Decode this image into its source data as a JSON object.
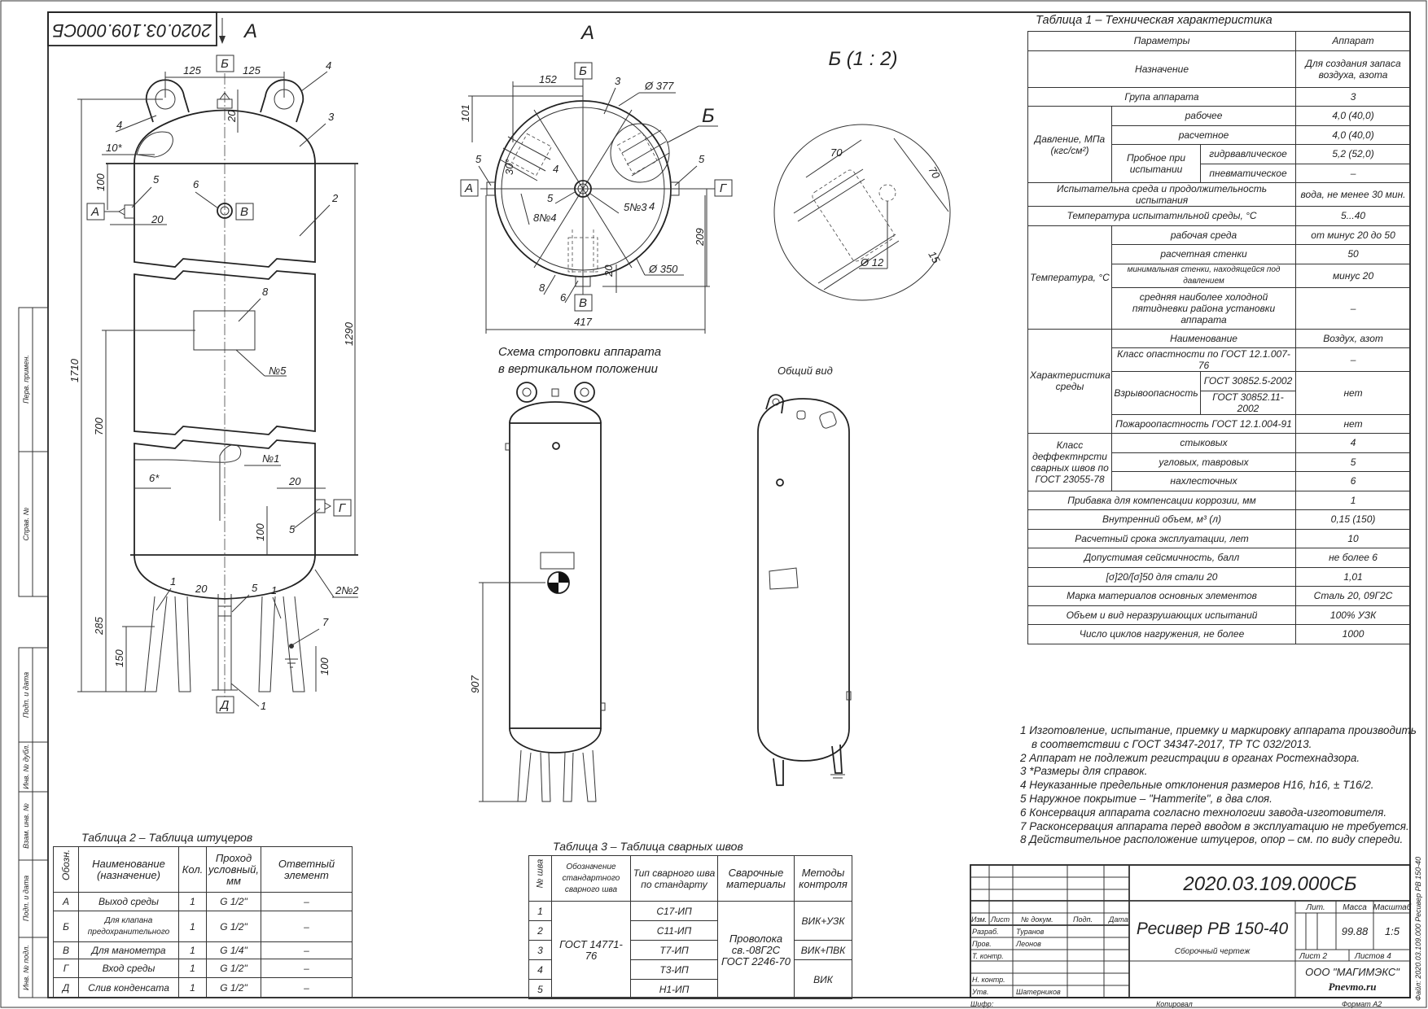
{
  "stamp_code": "2020.03.109.000СБ",
  "view_labels": {
    "front_arrow": "А",
    "top_view": "А",
    "detail": "Б (1 : 2)",
    "detail_ref": "Б",
    "sling_caption_1": "Схема строповки аппарата",
    "sling_caption_2": "в вертикальном положении",
    "general_view": "Общий вид"
  },
  "nozzle_tags": [
    "А",
    "Б",
    "В",
    "Г",
    "Д"
  ],
  "front_view": {
    "dims": [
      "125",
      "125",
      "20",
      "10*",
      "100",
      "20",
      "1710",
      "1290",
      "700",
      "6*",
      "№1",
      "20",
      "100",
      "285",
      "150",
      "100",
      "2№2",
      "№5",
      "20"
    ],
    "parts": [
      "4",
      "3",
      "4",
      "5",
      "6",
      "2",
      "8",
      "1",
      "1",
      "1",
      "5",
      "5",
      "7"
    ]
  },
  "top_view": {
    "dims": [
      "152",
      "101",
      "Ø 377",
      "30°",
      "8№4",
      "5№3",
      "Ø 350",
      "209",
      "20",
      "417"
    ],
    "parts": [
      "3",
      "5",
      "5",
      "4",
      "5",
      "4",
      "8",
      "6"
    ]
  },
  "detail_view": {
    "dims": [
      "70",
      "70",
      "15",
      "Ø 12"
    ]
  },
  "sling_view": {
    "dims": [
      "907"
    ]
  },
  "left_strip": [
    "Перв. примен.",
    "Справ. №",
    "Подп. и дата",
    "Инв. № дубл.",
    "Взам. инв. №",
    "Подп. и дата",
    "Инв. № подл."
  ],
  "table1": {
    "title": "Таблица 1 – Техническая характеристика",
    "header": [
      "Параметры",
      "Аппарат"
    ],
    "rows": [
      [
        "Назначение",
        "Для создания запаса воздуха, азота"
      ],
      [
        "Група аппарата",
        "3"
      ],
      [
        "Давление, МПа (кгс/см²)",
        "рабочее",
        "4,0 (40,0)"
      ],
      [
        "расчетное",
        "4,0 (40,0)"
      ],
      [
        "Пробное при испытании",
        "гидрвавлическое",
        "5,2 (52,0)"
      ],
      [
        "пневматическое",
        "–"
      ],
      [
        "Испытательна среда и продолжительность испытания",
        "вода, не менее 30 мин."
      ],
      [
        "Температура испытатнльной среды, °С",
        "5...40"
      ],
      [
        "Температура, °С",
        "рабочая среда",
        "от минус 20 до 50"
      ],
      [
        "расчетная стенки",
        "50"
      ],
      [
        "минимальная стенки, находящейся под давлением",
        "минус 20"
      ],
      [
        "средняя наиболее холодной пятидневки района установки аппарата",
        "–"
      ],
      [
        "Характеристика среды",
        "Наименование",
        "Воздух, азот"
      ],
      [
        "Класс опастности по ГОСТ 12.1.007-76",
        "–"
      ],
      [
        "Взрывоопасность",
        "ГОСТ 30852.5-2002",
        "нет"
      ],
      [
        "ГОСТ 30852.11-2002"
      ],
      [
        "Пожароопастность ГОСТ 12.1.004-91",
        "нет"
      ],
      [
        "Класс деффектнрсти сварных швов по ГОСТ 23055-78",
        "стыковых",
        "4"
      ],
      [
        "угловых, тавровых",
        "5"
      ],
      [
        "нахлесточных",
        "6"
      ],
      [
        "Прибавка для компенсации коррозии, мм",
        "1"
      ],
      [
        "Внутренний объем, м³ (л)",
        "0,15 (150)"
      ],
      [
        "Расчетный срока эксплуатации, лет",
        "10"
      ],
      [
        "Допустимая сейсмичность, балл",
        "не более 6"
      ],
      [
        "[σ]20/[σ]50 для стали 20",
        "1,01"
      ],
      [
        "Марка материалов основных элементов",
        "Сталь 20, 09Г2С"
      ],
      [
        "Объем и вид неразрушающих испытаний",
        "100% УЗК"
      ],
      [
        "Число циклов нагружения, не более",
        "1000"
      ]
    ]
  },
  "table2": {
    "title": "Таблица 2 – Таблица штуцеров",
    "header": [
      "Обозн.",
      "Наименование (назначение)",
      "Кол.",
      "Проход условный, мм",
      "Ответный элемент"
    ],
    "rows": [
      [
        "А",
        "Выход среды",
        "1",
        "G 1/2\"",
        "–"
      ],
      [
        "Б",
        "Для клапана предохранительного",
        "1",
        "G 1/2\"",
        "–"
      ],
      [
        "В",
        "Для манометра",
        "1",
        "G 1/4\"",
        "–"
      ],
      [
        "Г",
        "Вход среды",
        "1",
        "G 1/2\"",
        "–"
      ],
      [
        "Д",
        "Слив конденсата",
        "1",
        "G 1/2\"",
        "–"
      ]
    ]
  },
  "table3": {
    "title": "Таблица 3 – Таблица сварных швов",
    "header": [
      "№ шва",
      "Обозначение стандартного сварного шва",
      "Тип сварного шва по стандарту",
      "Сварочные материалы",
      "Методы контроля"
    ],
    "seam_numbers": [
      "1",
      "2",
      "3",
      "4",
      "5"
    ],
    "standard": "ГОСТ 14771-76",
    "types": [
      "С17-ИП",
      "С11-ИП",
      "Т7-ИП",
      "Т3-ИП",
      "Н1-ИП"
    ],
    "materials": "Проволока св.-08Г2С ГОСТ 2246-70",
    "methods": [
      "ВИК+УЗК",
      "ВИК+ПВК",
      "ВИК"
    ]
  },
  "notes": [
    "1  Изготовление, испытание, приемку и маркировку аппарата производить",
    "    в соответствии с ГОСТ 34347-2017, ТР ТС 032/2013.",
    "2  Аппарат не подлежит регистрации в органах Ростехнадзора.",
    "3   *Размеры для справок.",
    "4  Неуказанные предельные отклонения размеров Н16, h16, ± Т16/2.",
    "5  Наружное покрытие – \"Hammerite\", в два слоя.",
    "6  Консервация аппарата согласно технологии завода-изготовителя.",
    "7  Расконсервация аппарата перед вводом в эксплуатацию не требуется.",
    "8  Действительное расположение штуцеров, опор – см. по виду спереди."
  ],
  "title_block": {
    "code": "2020.03.109.000СБ",
    "name": "Ресивер РВ 150-40",
    "doc_type": "Сборочный чертеж",
    "col_headers": [
      "Изм.",
      "Лист",
      "№ докум.",
      "Подп.",
      "Дата"
    ],
    "roles": [
      "Разраб.",
      "Пров.",
      "Т. контр.",
      "Н. контр.",
      "Утв."
    ],
    "people": [
      "Туранов",
      "Леонов",
      "Шатерников"
    ],
    "lit_label": "Лит.",
    "mass_label": "Масса",
    "scale_label": "Масштаб",
    "mass": "99.88",
    "scale": "1:5",
    "sheet": "Лист 2",
    "sheets": "Листов 4",
    "company": "ООО \"МАГИМЭКС\"",
    "site": "Pnevmo.ru",
    "cipher": "Шифр:",
    "copied": "Копировал",
    "format": "Формат А2",
    "file": "Файл: 2020.03.109.000 Ресивер РВ 150-40"
  }
}
